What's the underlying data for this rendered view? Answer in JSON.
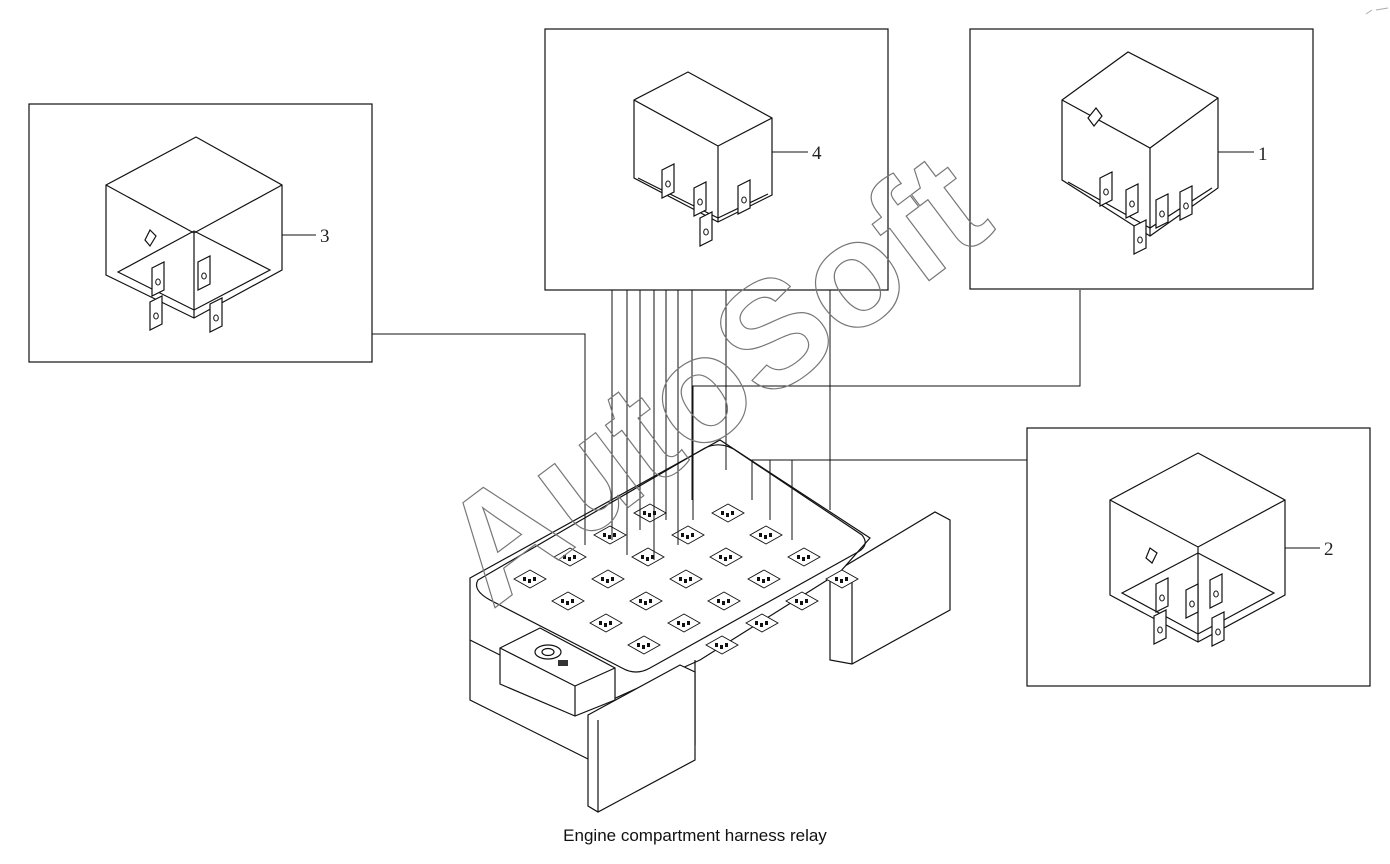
{
  "caption": "Engine compartment harness relay",
  "watermark": "AutoSoft",
  "callouts": [
    {
      "number": "1",
      "part": "relay"
    },
    {
      "number": "2",
      "part": "relay"
    },
    {
      "number": "3",
      "part": "relay"
    },
    {
      "number": "4",
      "part": "relay"
    }
  ]
}
